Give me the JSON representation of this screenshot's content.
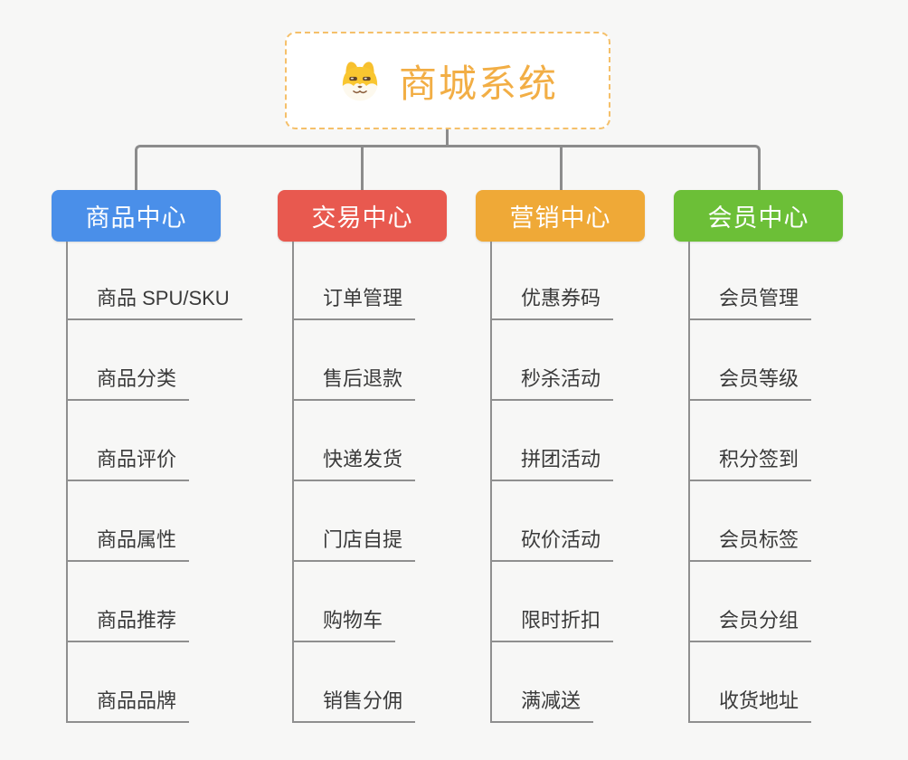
{
  "page": {
    "background": "#f7f7f6",
    "connector_color": "#8c8c8c",
    "underline_color": "#8f8f8f",
    "child_text_color": "#3a3a3a"
  },
  "root": {
    "title": "商城系统",
    "icon": "shiba-dog-icon",
    "text_color": "#f2ae45",
    "border_color": "#f5c06a",
    "background": "#ffffff"
  },
  "branches": [
    {
      "label": "商品中心",
      "color": "#4a8fe9",
      "children": [
        "商品 SPU/SKU",
        "商品分类",
        "商品评价",
        "商品属性",
        "商品推荐",
        "商品品牌"
      ]
    },
    {
      "label": "交易中心",
      "color": "#e8594f",
      "children": [
        "订单管理",
        "售后退款",
        "快递发货",
        "门店自提",
        "购物车",
        "销售分佣"
      ]
    },
    {
      "label": "营销中心",
      "color": "#efa937",
      "children": [
        "优惠券码",
        "秒杀活动",
        "拼团活动",
        "砍价活动",
        "限时折扣",
        "满减送"
      ]
    },
    {
      "label": "会员中心",
      "color": "#6cbf37",
      "children": [
        "会员管理",
        "会员等级",
        "积分签到",
        "会员标签",
        "会员分组",
        "收货地址"
      ]
    }
  ]
}
